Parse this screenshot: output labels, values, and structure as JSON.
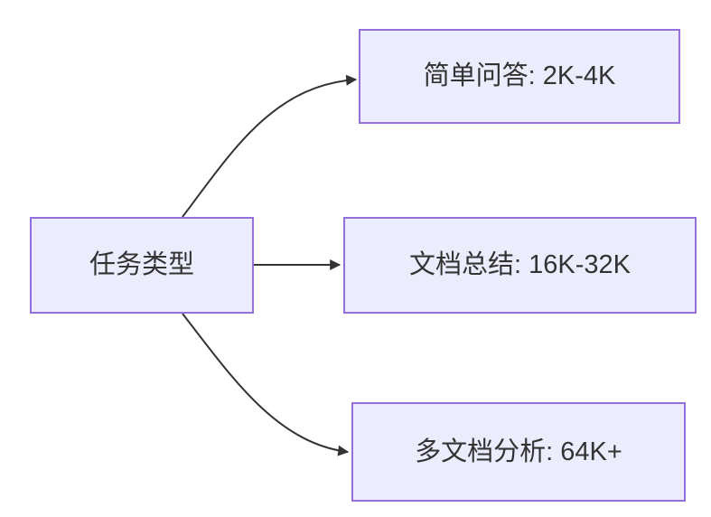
{
  "diagram": {
    "type": "flowchart",
    "direction": "left-to-right",
    "root": {
      "id": "root",
      "label": "任务类型"
    },
    "branches": [
      {
        "id": "branch-0",
        "label": "简单问答: 2K-4K"
      },
      {
        "id": "branch-1",
        "label": "文档总结: 16K-32K"
      },
      {
        "id": "branch-2",
        "label": "多文档分析: 64K+"
      }
    ],
    "edges": [
      {
        "from": "任务类型",
        "to": "简单问答: 2K-4K",
        "style": "curved",
        "arrow": "filled-triangle"
      },
      {
        "from": "任务类型",
        "to": "文档总结: 16K-32K",
        "style": "straight",
        "arrow": "filled-triangle"
      },
      {
        "from": "任务类型",
        "to": "多文档分析: 64K+",
        "style": "curved",
        "arrow": "filled-triangle"
      }
    ],
    "colors": {
      "background": "#ffffff",
      "node_fill": "#ECECFF",
      "node_border": "#9370DB",
      "edge_stroke": "#333333",
      "text": "#333333"
    }
  }
}
